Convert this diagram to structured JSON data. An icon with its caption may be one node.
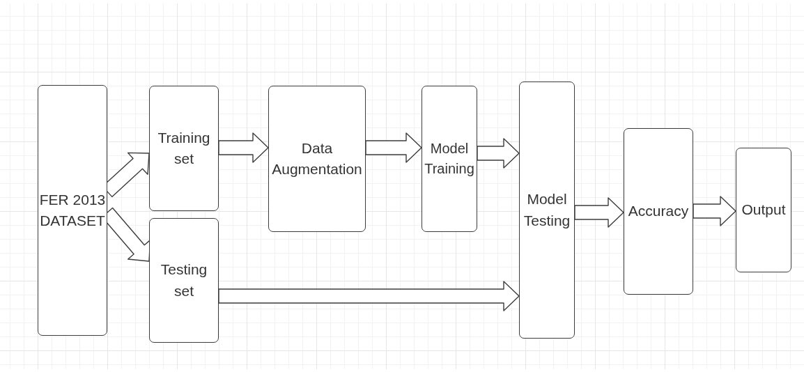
{
  "diagram": {
    "nodes": [
      {
        "text": [
          "FER 2013 DATASET"
        ]
      },
      {
        "text": [
          "Training set"
        ]
      },
      {
        "text": [
          "Testing set"
        ]
      },
      {
        "text": [
          "Data Augmentation"
        ]
      },
      {
        "text": [
          "Model Training"
        ]
      },
      {
        "text": [
          "Model Testing"
        ]
      },
      {
        "text": [
          "Accuracy"
        ]
      },
      {
        "text": [
          "Output"
        ]
      }
    ],
    "edges": [
      {
        "from": 0,
        "to": 1,
        "arrow": "to"
      },
      {
        "from": 0,
        "to": 2,
        "arrow": "to"
      },
      {
        "from": 1,
        "to": 3,
        "arrow": "to"
      },
      {
        "from": 3,
        "to": 4,
        "arrow": "to"
      },
      {
        "from": 4,
        "to": 5,
        "arrow": "to"
      },
      {
        "from": 2,
        "to": 5,
        "arrow": "to"
      },
      {
        "from": 5,
        "to": 6,
        "arrow": "to"
      },
      {
        "from": 6,
        "to": 7,
        "arrow": "to"
      }
    ]
  }
}
